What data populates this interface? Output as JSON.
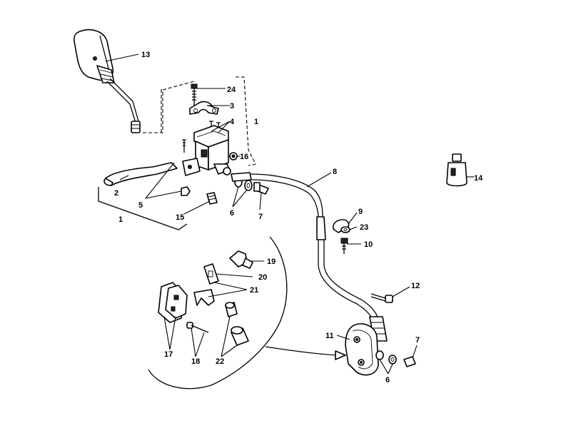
{
  "diagram": {
    "callouts": [
      {
        "id": "c13",
        "text": "13"
      },
      {
        "id": "c24",
        "text": "24"
      },
      {
        "id": "c3",
        "text": "3"
      },
      {
        "id": "c4",
        "text": "4"
      },
      {
        "id": "c1a",
        "text": "1"
      },
      {
        "id": "c16",
        "text": "16"
      },
      {
        "id": "c8",
        "text": "8"
      },
      {
        "id": "c14",
        "text": "14"
      },
      {
        "id": "c2",
        "text": "2"
      },
      {
        "id": "c5",
        "text": "5"
      },
      {
        "id": "c1b",
        "text": "1"
      },
      {
        "id": "c15",
        "text": "15"
      },
      {
        "id": "c6a",
        "text": "6"
      },
      {
        "id": "c7a",
        "text": "7"
      },
      {
        "id": "c9",
        "text": "9"
      },
      {
        "id": "c23",
        "text": "23"
      },
      {
        "id": "c10",
        "text": "10"
      },
      {
        "id": "c19",
        "text": "19"
      },
      {
        "id": "c20",
        "text": "20"
      },
      {
        "id": "c21",
        "text": "21"
      },
      {
        "id": "c12",
        "text": "12"
      },
      {
        "id": "c11",
        "text": "11"
      },
      {
        "id": "c7b",
        "text": "7"
      },
      {
        "id": "c17",
        "text": "17"
      },
      {
        "id": "c18",
        "text": "18"
      },
      {
        "id": "c22",
        "text": "22"
      },
      {
        "id": "c6b",
        "text": "6"
      }
    ]
  }
}
